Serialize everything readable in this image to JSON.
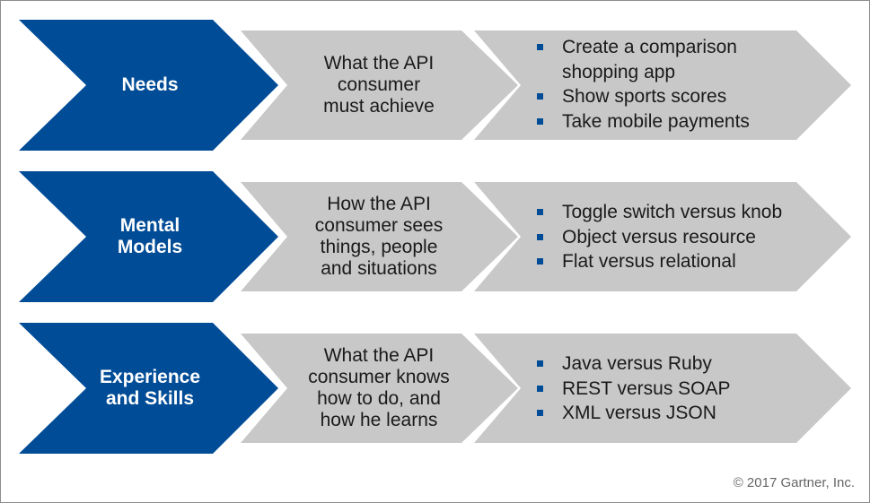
{
  "rows": [
    {
      "category": "Needs",
      "description": "What the API\nconsumer\nmust achieve",
      "examples": [
        "Create a comparison\nshopping app",
        "Show sports scores",
        "Take mobile payments"
      ]
    },
    {
      "category": "Mental\nModels",
      "description": "How the API\nconsumer sees\nthings, people\nand situations",
      "examples": [
        "Toggle switch versus knob",
        "Object versus resource",
        "Flat versus relational"
      ]
    },
    {
      "category": "Experience\nand Skills",
      "description": "What the API\nconsumer knows\nhow to do, and\nhow he learns",
      "examples": [
        "Java versus Ruby",
        "REST versus SOAP",
        "XML versus JSON"
      ]
    }
  ],
  "colors": {
    "blue_chevron": "#004c97",
    "gray_chevron": "#c8c8c8",
    "bullet": "#004c97"
  },
  "footer": {
    "copyright": "© 2017 Gartner, Inc."
  }
}
